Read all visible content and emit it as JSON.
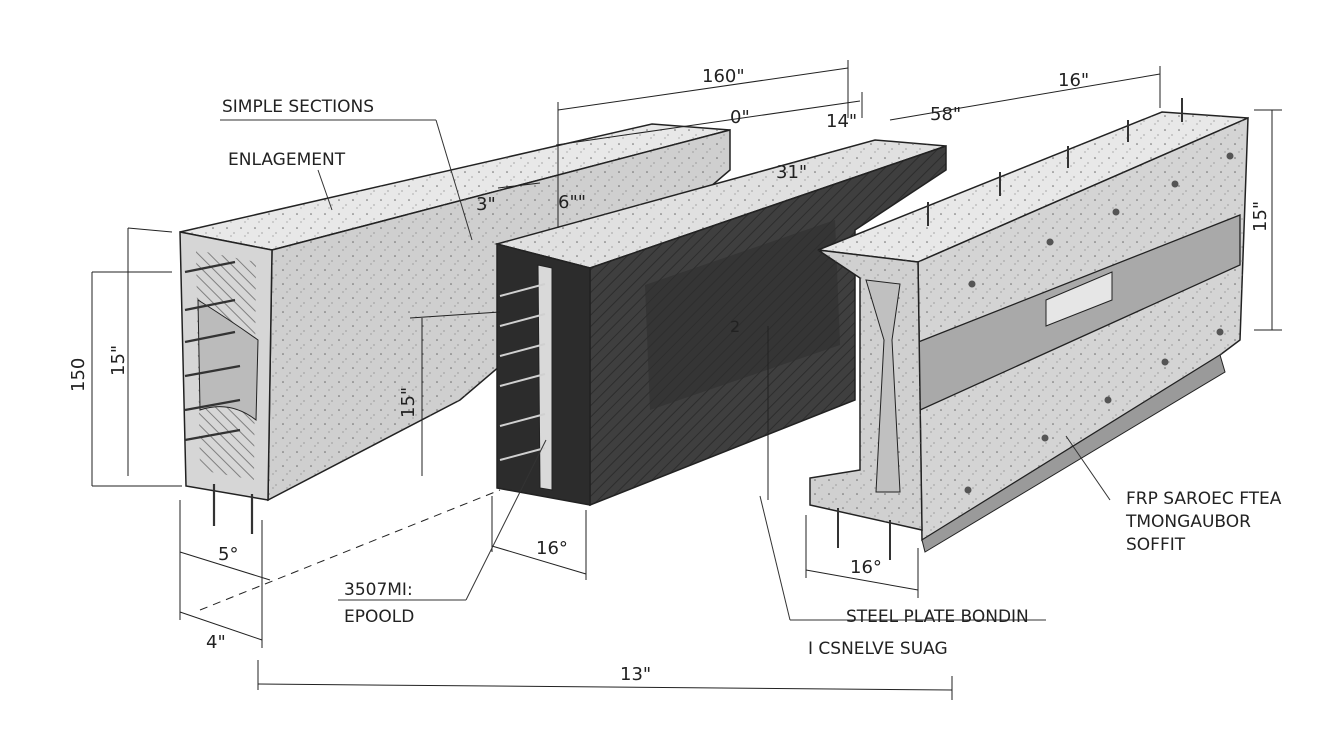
{
  "labels": {
    "simple_sections": "SIMPLE SECTIONS",
    "enlargement": "ENLAGEMENT",
    "frp_line1": "FRP SAROEC FTEA",
    "frp_line2": "TMONGAUBOR",
    "frp_line3": "SOFFIT",
    "steel_plate": "STEEL PLATE BONDIN",
    "csnelve": "I CSNELVE SUAG",
    "epoxy_line1": "3507MI:",
    "epoxy_line2": "EPOOLD"
  },
  "dimensions": {
    "top_160": "160\"",
    "top_0": "0\"",
    "top_14": "14\"",
    "top_58": "58\"",
    "top_16": "16\"",
    "mid_31": "31\"",
    "mid_3": "3\"",
    "mid_6": "6\"\"",
    "left_150": "150",
    "left_15": "15\"",
    "center_15": "15\"",
    "right_15": "15\"",
    "bot_5": "5°",
    "bot_4": "4\"",
    "bot_16a": "16°",
    "bot_16b": "16°",
    "bot_13": "13\"",
    "core_2": "2"
  },
  "colors": {
    "concrete": "#d2d2d2",
    "concrete_top": "#e6e6e6",
    "concrete_side": "#bdbdbd",
    "dark_core": "#3a3a3a",
    "dark_top": "#4d4d4d",
    "plate": "#a9a9a9",
    "ink": "#222222"
  }
}
